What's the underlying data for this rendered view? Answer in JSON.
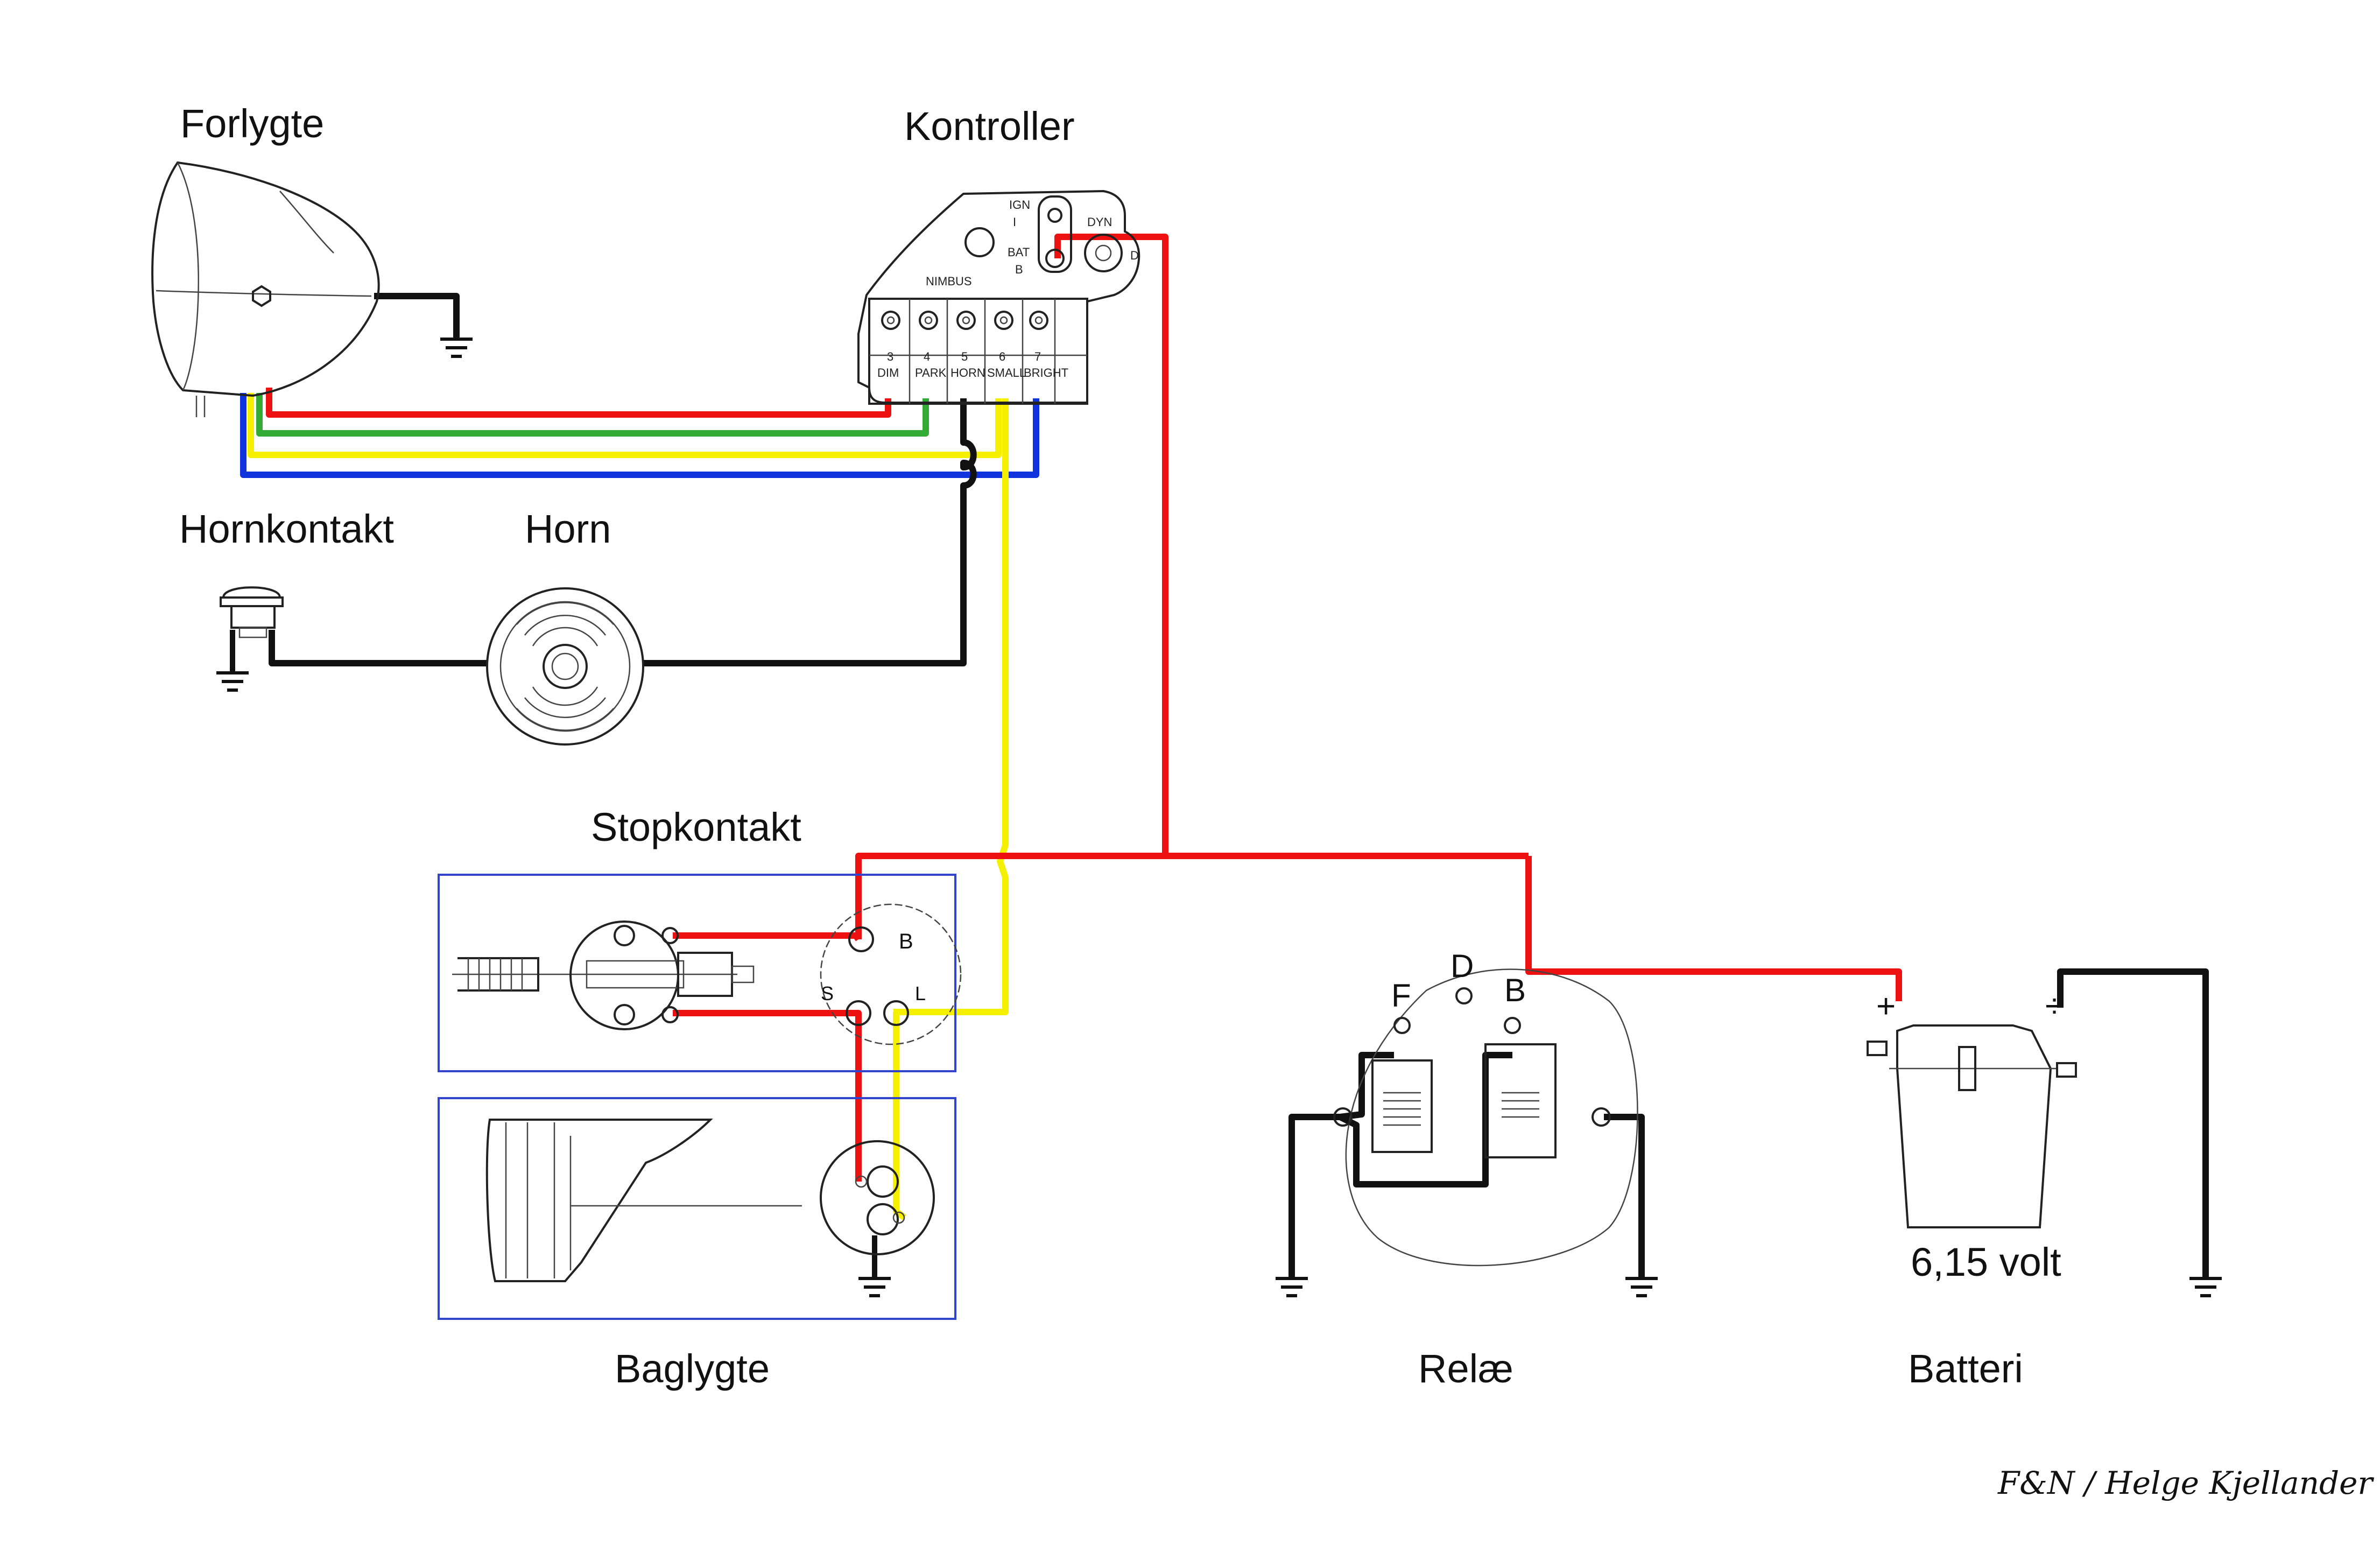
{
  "colors": {
    "wire_red": "#ee1111",
    "wire_green": "#33aa33",
    "wire_yellow": "#f5f000",
    "wire_blue": "#1133dd",
    "wire_black": "#111111",
    "frame_blue": "#3344cc"
  },
  "labels": {
    "headlight": "Forlygte",
    "controller": "Kontroller",
    "horn_switch": "Hornkontakt",
    "horn": "Horn",
    "stop_switch": "Stopkontakt",
    "tail_light": "Baglygte",
    "relay": "Relæ",
    "battery": "Batteri",
    "battery_voltage": "6,15 volt",
    "credit": "F&N / Helge Kjellander"
  },
  "controller": {
    "brand": "NIMBUS",
    "ign": "IGN",
    "ign_num": "I",
    "bat": "BAT",
    "bat_letter": "B",
    "dyn": "DYN",
    "d": "D",
    "terminals": [
      {
        "num": "3",
        "name": "DIM"
      },
      {
        "num": "4",
        "name": "PARK"
      },
      {
        "num": "5",
        "name": "HORN"
      },
      {
        "num": "6",
        "name": "SMALL"
      },
      {
        "num": "7",
        "name": "BRIGHT"
      }
    ]
  },
  "stop_switch": {
    "b": "B",
    "s": "S",
    "l": "L"
  },
  "relay": {
    "f": "F",
    "d": "D",
    "b": "B"
  },
  "battery": {
    "plus": "+",
    "minus": "÷"
  }
}
